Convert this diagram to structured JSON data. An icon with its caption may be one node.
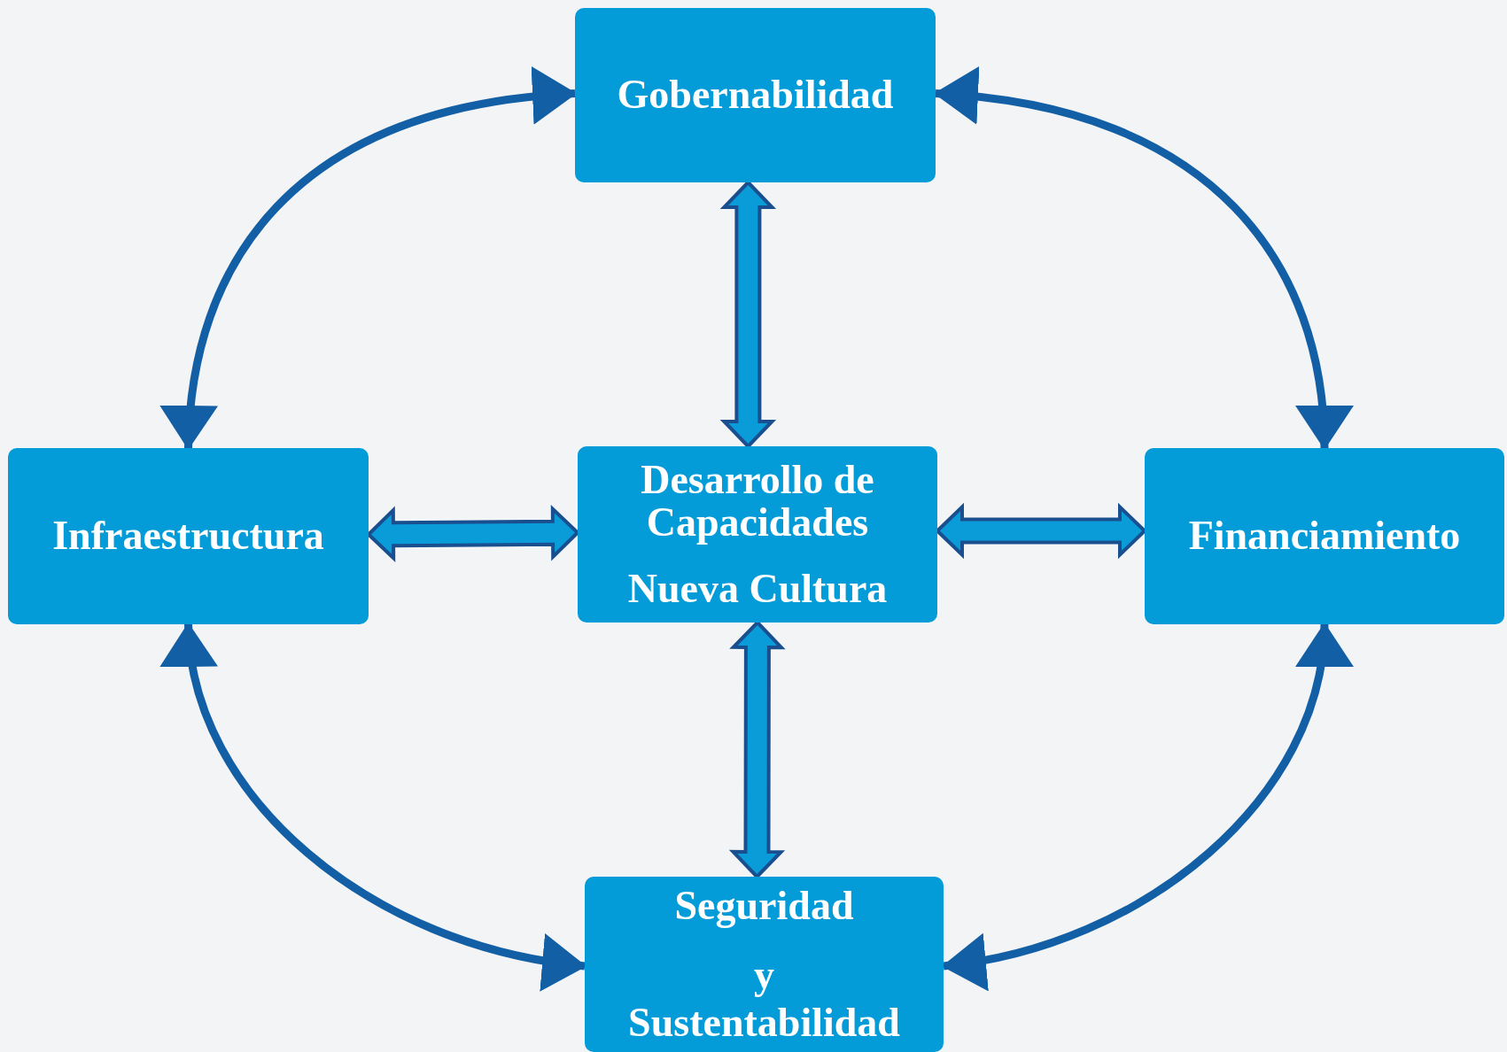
{
  "diagram": {
    "nodes": [
      {
        "text": [
          "Gobernabilidad"
        ]
      },
      {
        "text": [
          "Infraestructura"
        ]
      },
      {
        "text": [
          "Desarrollo de Capacidades",
          "Nueva Cultura"
        ]
      },
      {
        "text": [
          "Financiamiento"
        ]
      },
      {
        "text": [
          "Seguridad",
          "y",
          "Sustentabilidad"
        ]
      }
    ],
    "edges": [
      {
        "from": 0,
        "to": 1,
        "arrow": "both"
      },
      {
        "from": 0,
        "to": 3,
        "arrow": "both"
      },
      {
        "from": 1,
        "to": 4,
        "arrow": "both"
      },
      {
        "from": 3,
        "to": 4,
        "arrow": "both"
      },
      {
        "from": 0,
        "to": 2,
        "arrow": "both",
        "style": "thick"
      },
      {
        "from": 1,
        "to": 2,
        "arrow": "both",
        "style": "thick"
      },
      {
        "from": 2,
        "to": 3,
        "arrow": "both",
        "style": "thick"
      },
      {
        "from": 2,
        "to": 4,
        "arrow": "both",
        "style": "thick"
      }
    ]
  }
}
